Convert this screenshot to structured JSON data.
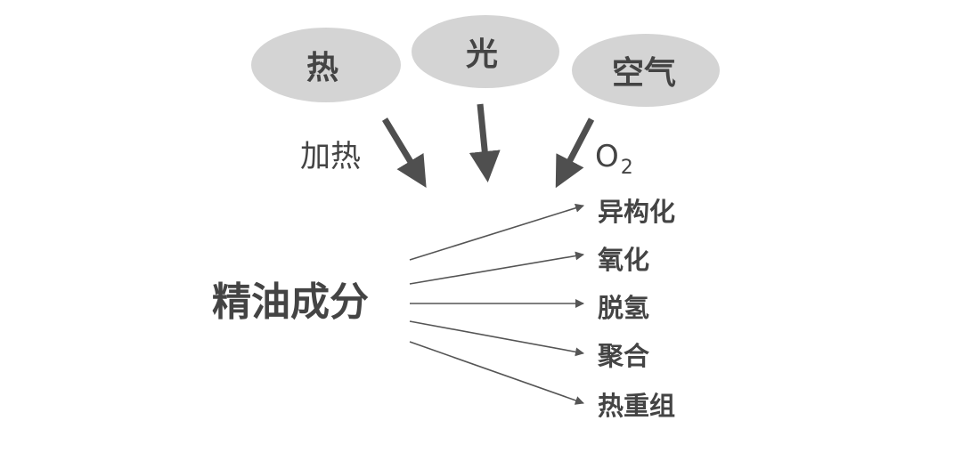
{
  "colors": {
    "background": "#ffffff",
    "ellipse_fill": "#d4d4d4",
    "label_text": "#444444",
    "thick_arrow": "#4f4f4f",
    "thin_arrow": "#555555"
  },
  "factors": {
    "heat": "热",
    "light": "光",
    "air": "空气"
  },
  "arrow_labels": {
    "heating": "加热",
    "oxygen_base": "O",
    "oxygen_subscript": "2"
  },
  "source": "精油成分",
  "reactions": {
    "isomerization": "异构化",
    "oxidation": "氧化",
    "dehydrogenation": "脱氢",
    "polymerization": "聚合",
    "thermal_recombination": "热重组"
  }
}
